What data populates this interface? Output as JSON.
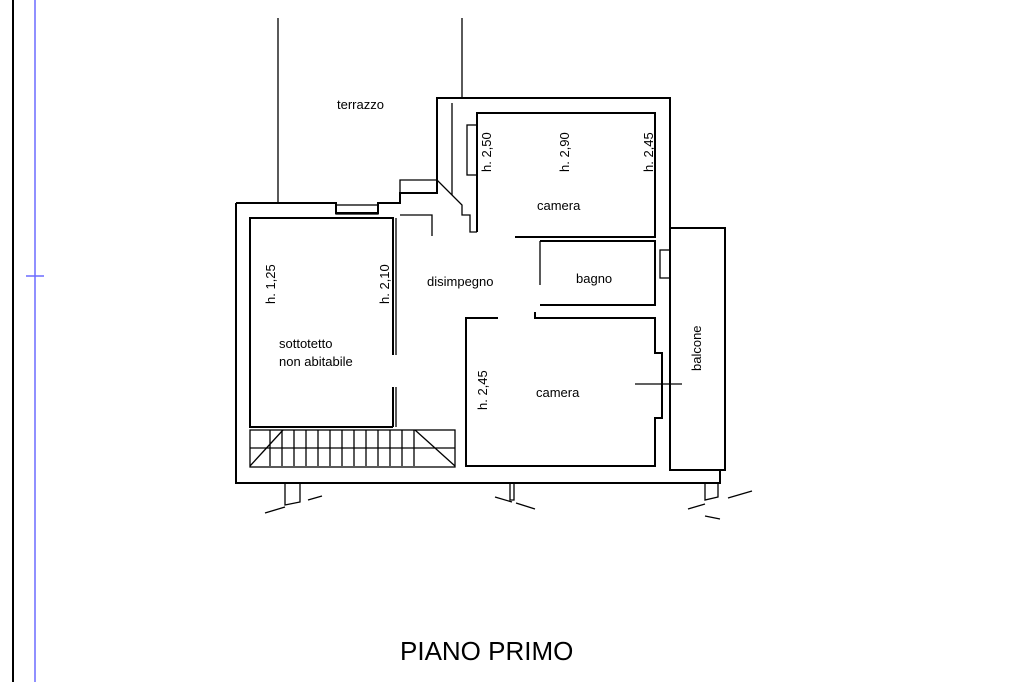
{
  "plan": {
    "title": "PIANO PRIMO",
    "rooms": {
      "terrace": "terrazzo",
      "bedroom_top": "camera",
      "bathroom": "bagno",
      "hallway": "disimpegno",
      "attic_line1": "sottotetto",
      "attic_line2": "non abitabile",
      "bedroom_bottom": "camera",
      "balcony": "balcone"
    },
    "heights": {
      "attic_low": "h. 1,25",
      "attic_high": "h. 2,10",
      "bedroom_top_left": "h. 2,50",
      "bedroom_top_mid": "h. 2,90",
      "bedroom_top_right": "h. 2,45",
      "bedroom_bottom": "h. 2,45"
    }
  },
  "colors": {
    "margin_line": "#6b6bff",
    "wall": "#000000"
  }
}
